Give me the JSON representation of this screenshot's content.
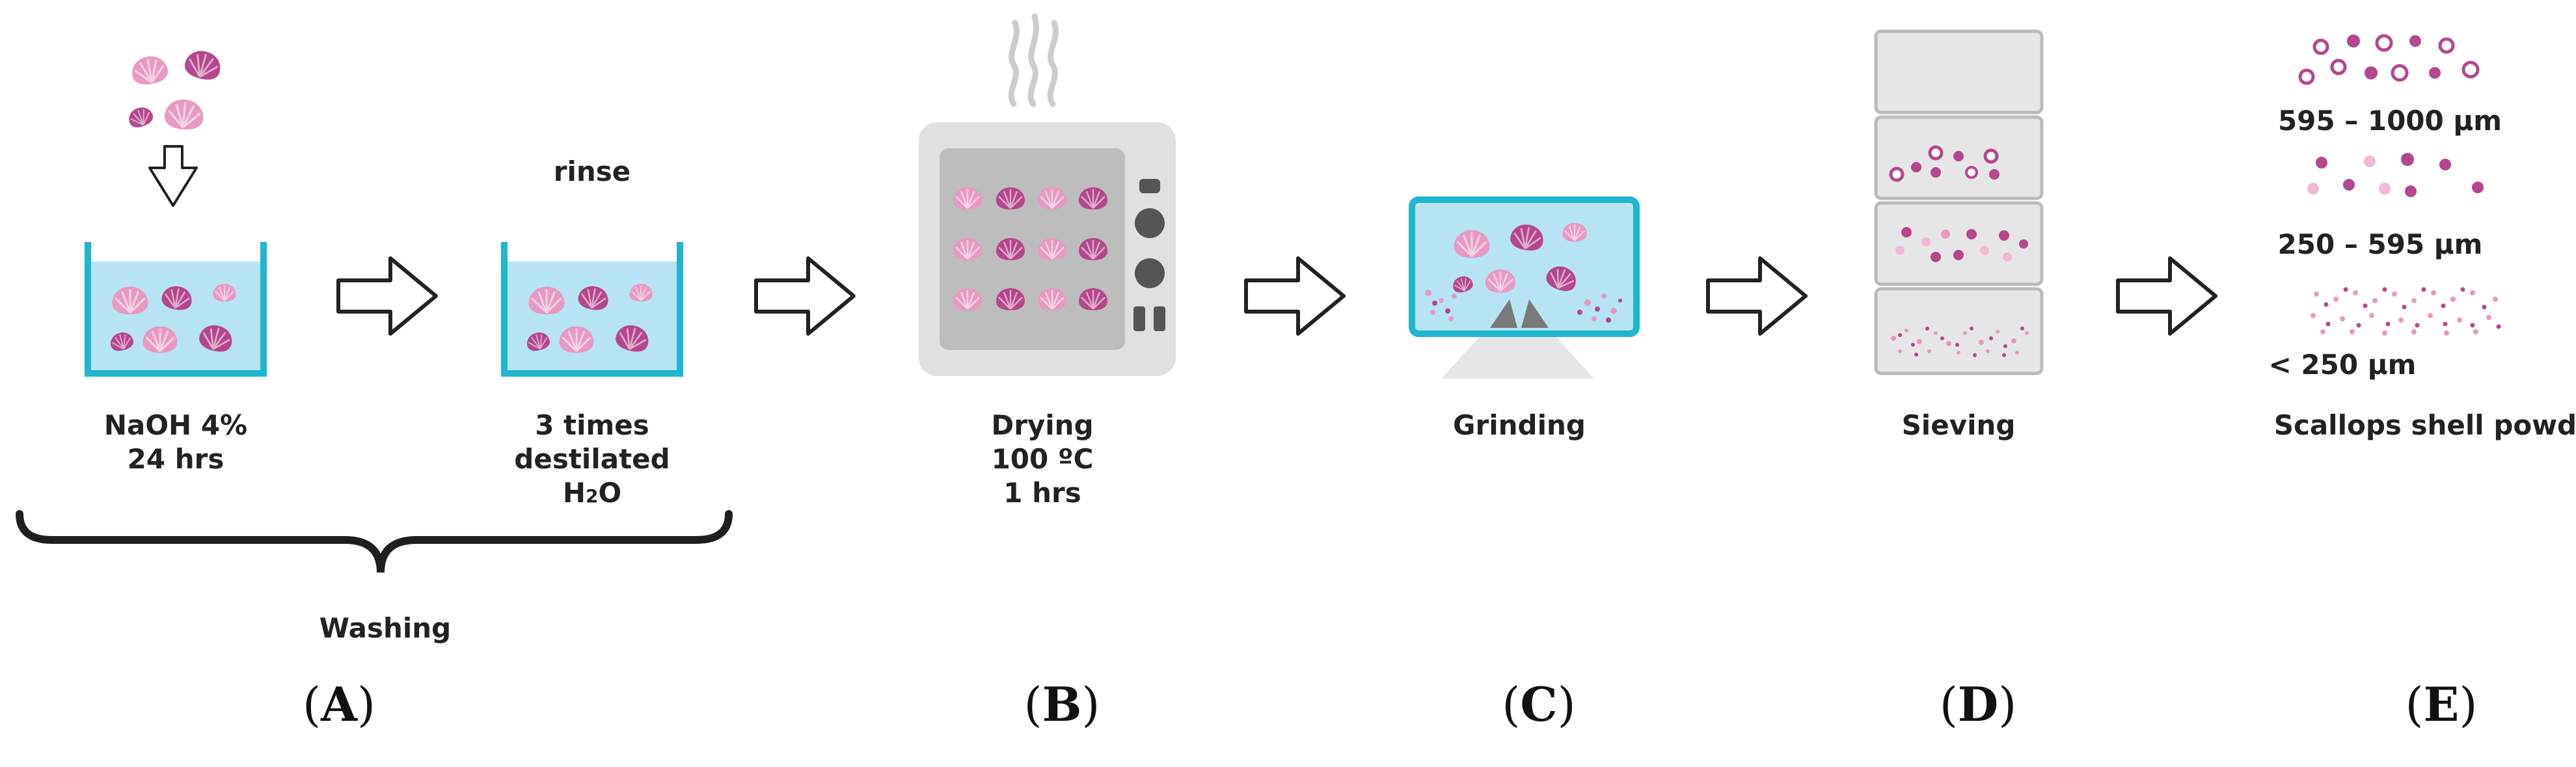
{
  "steps": {
    "naoh": {
      "line1": "NaOH 4%",
      "line2": "24 hrs"
    },
    "rinse": {
      "title": "rinse",
      "line1": "3 times",
      "line2": "destilated",
      "line3_main": "H",
      "line3_sub": "2",
      "line3_end": "O"
    },
    "washing": "Washing",
    "drying": {
      "line1": "Drying",
      "line2": "100 ºC",
      "line3": "1 hrs"
    },
    "grinding": "Grinding",
    "sieving": "Sieving",
    "powder": {
      "size1": "595 – 1000 µm",
      "size2": "250 – 595 µm",
      "size3": "< 250 µm",
      "title": "Scallops shell powder"
    }
  },
  "panels": [
    {
      "open": "(",
      "letter": "A",
      "close": ")"
    },
    {
      "open": "(",
      "letter": "B",
      "close": ")"
    },
    {
      "open": "(",
      "letter": "C",
      "close": ")"
    },
    {
      "open": "(",
      "letter": "D",
      "close": ")"
    },
    {
      "open": "(",
      "letter": "E",
      "close": ")"
    }
  ],
  "colors": {
    "water": "#b7e4f2",
    "tank": "#1fb6d1",
    "shell_pink": "#e89ac3",
    "shell_purple": "#b5478c",
    "oven": "#e0e0e0",
    "oven_window": "#bdbdbd",
    "dark": "#333333"
  }
}
